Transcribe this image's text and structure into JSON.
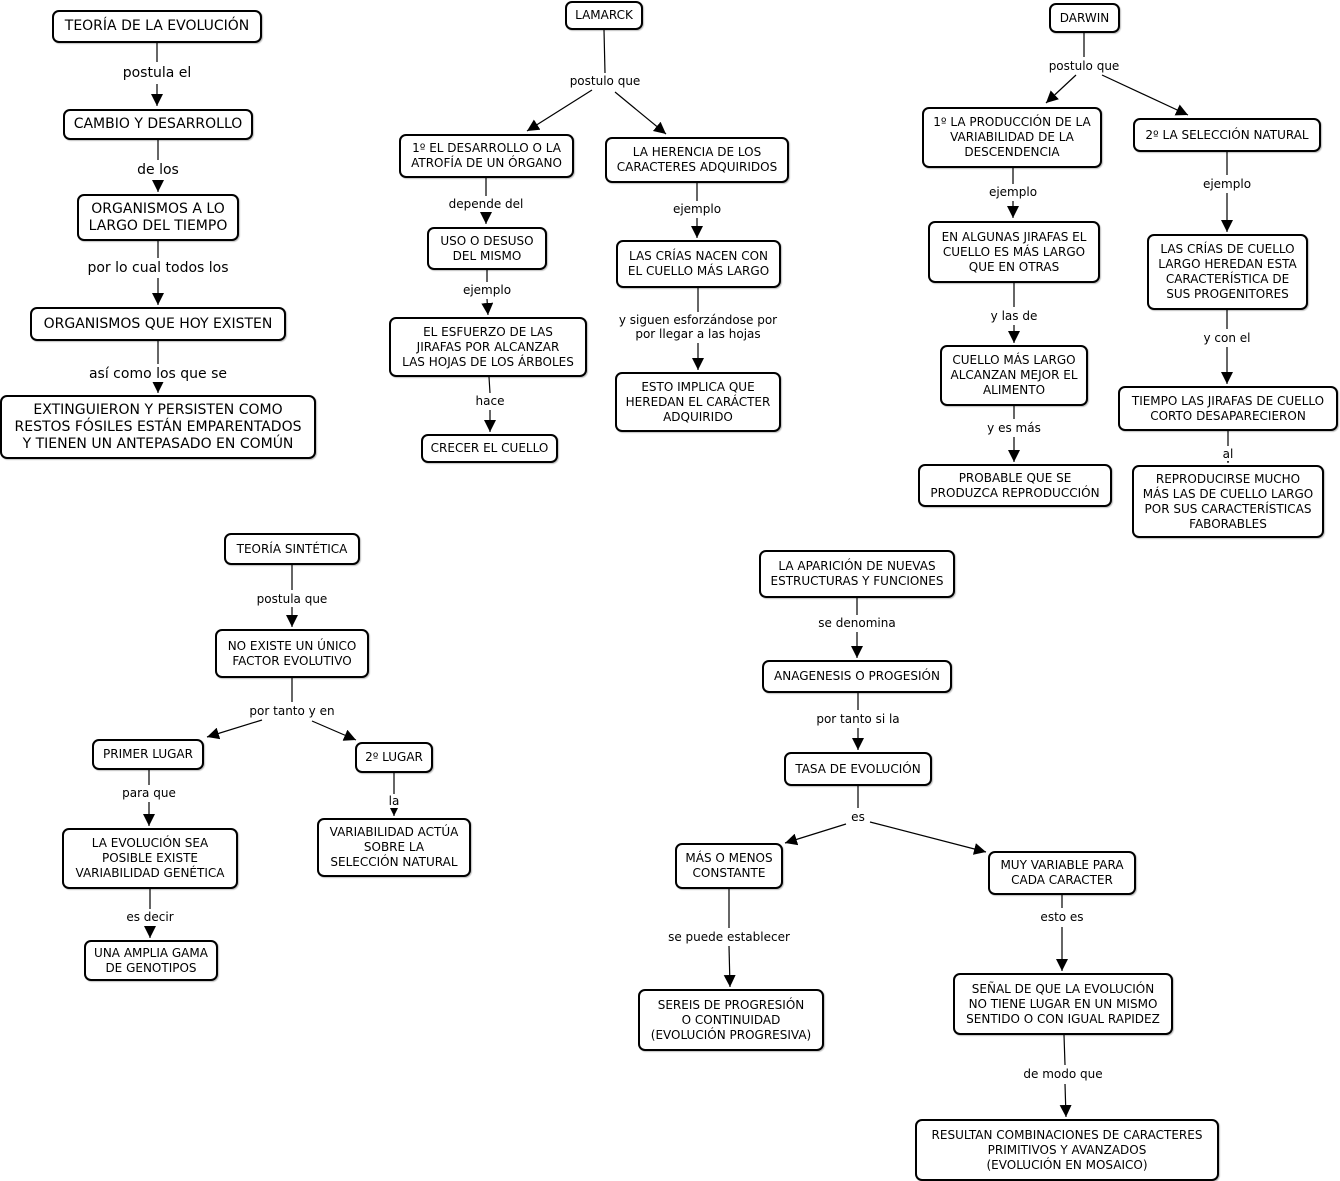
{
  "nodes": {
    "n1": "TEORÍA DE LA EVOLUCIÓN",
    "n2": "CAMBIO Y DESARROLLO",
    "n3": "ORGANISMOS A LO\nLARGO DEL TIEMPO",
    "n4": "ORGANISMOS QUE HOY EXISTEN",
    "n5": "EXTINGUIERON Y PERSISTEN COMO\nRESTOS FÓSILES ESTÁN EMPARENTADOS\nY TIENEN UN ANTEPASADO EN COMÚN",
    "l0": "LAMARCK",
    "l1": "1º EL DESARROLLO O LA\nATROFÍA DE UN ÓRGANO",
    "l2": "LA HERENCIA DE LOS\nCARACTERES ADQUIRIDOS",
    "l3": "USO O DESUSO\nDEL MISMO",
    "l4": "EL ESFUERZO DE LAS\nJIRAFAS POR ALCANZAR\nLAS HOJAS DE LOS ÁRBOLES",
    "l5": "CRECER EL CUELLO",
    "l6": "LAS CRÍAS NACEN CON\nEL CUELLO MÁS LARGO",
    "l7": "ESTO IMPLICA QUE\nHEREDAN EL CARÁCTER\nADQUIRIDO",
    "d0": "DARWIN",
    "d1": "1º LA PRODUCCIÓN DE LA\nVARIABILIDAD DE LA\nDESCENDENCIA",
    "d2": "2º LA SELECCIÓN NATURAL",
    "d3": "EN ALGUNAS JIRAFAS EL\nCUELLO ES MÁS LARGO\nQUE EN OTRAS",
    "d4": "CUELLO MÁS LARGO\nALCANZAN MEJOR EL\nALIMENTO",
    "d5": "PROBABLE QUE SE\nPRODUZCA REPRODUCCIÓN",
    "d6": "LAS CRÍAS DE CUELLO\nLARGO HEREDAN ESTA\nCARACTERÍSTICA DE\nSUS PROGENITORES",
    "d7": "TIEMPO LAS JIRAFAS DE CUELLO\nCORTO DESAPARECIERON",
    "d8": "REPRODUCIRSE MUCHO\nMÁS LAS DE CUELLO LARGO\nPOR SUS CARACTERÍSTICAS\nFABORABLES",
    "t0": "TEORÍA SINTÉTICA",
    "t1": "NO EXISTE UN ÚNICO\nFACTOR EVOLUTIVO",
    "t2": "PRIMER LUGAR",
    "t3": "2º LUGAR",
    "t4": "LA EVOLUCIÓN SEA\nPOSIBLE EXISTE\nVARIABILIDAD GENÉTICA",
    "t5": "UNA AMPLIA GAMA\nDE GENOTIPOS",
    "t6": "VARIABILIDAD ACTÚA\nSOBRE LA\nSELECCIÓN NATURAL",
    "a0": "LA APARICIÓN DE NUEVAS\nESTRUCTURAS Y FUNCIONES",
    "a1": "ANAGENESIS O PROGESIÓN",
    "a2": "TASA DE EVOLUCIÓN",
    "a3": "MÁS O MENOS\nCONSTANTE",
    "a4": "MUY VARIABLE PARA\nCADA CARACTER",
    "a5": "SEREIS DE PROGRESIÓN\nO CONTINUIDAD\n(EVOLUCIÓN PROGRESIVA)",
    "a6": "SEÑAL DE QUE LA EVOLUCIÓN\nNO TIENE LUGAR EN UN MISMO\nSENTIDO O CON IGUAL RAPIDEZ",
    "a7": "RESULTAN COMBINACIONES DE CARACTERES\nPRIMITIVOS Y AVANZADOS\n(EVOLUCIÓN EN MOSAICO)"
  },
  "links": {
    "e_n1": "postula el",
    "e_n2": "de los",
    "e_n3": "por lo cual todos los",
    "e_n4": "así como los que se",
    "e_l0": "postulo que",
    "e_l1": "depende del",
    "e_l3": "ejemplo",
    "e_l4": "hace",
    "e_l2": "ejemplo",
    "e_l6": "y siguen esforzándose por\npor llegar a las hojas",
    "e_d0": "postulo que",
    "e_d1": "ejemplo",
    "e_d3": "y las de",
    "e_d4": "y es más",
    "e_d2": "ejemplo",
    "e_d6": "y con el",
    "e_d7": "al",
    "e_t0": "postula que",
    "e_t1": "por tanto y en",
    "e_t2": "para que",
    "e_t4": "es decir",
    "e_t3": "la",
    "e_a0": "se denomina",
    "e_a1": "por tanto si la",
    "e_a2": "es",
    "e_a3": "se puede establecer",
    "e_a4": "esto es",
    "e_a6": "de modo que"
  }
}
